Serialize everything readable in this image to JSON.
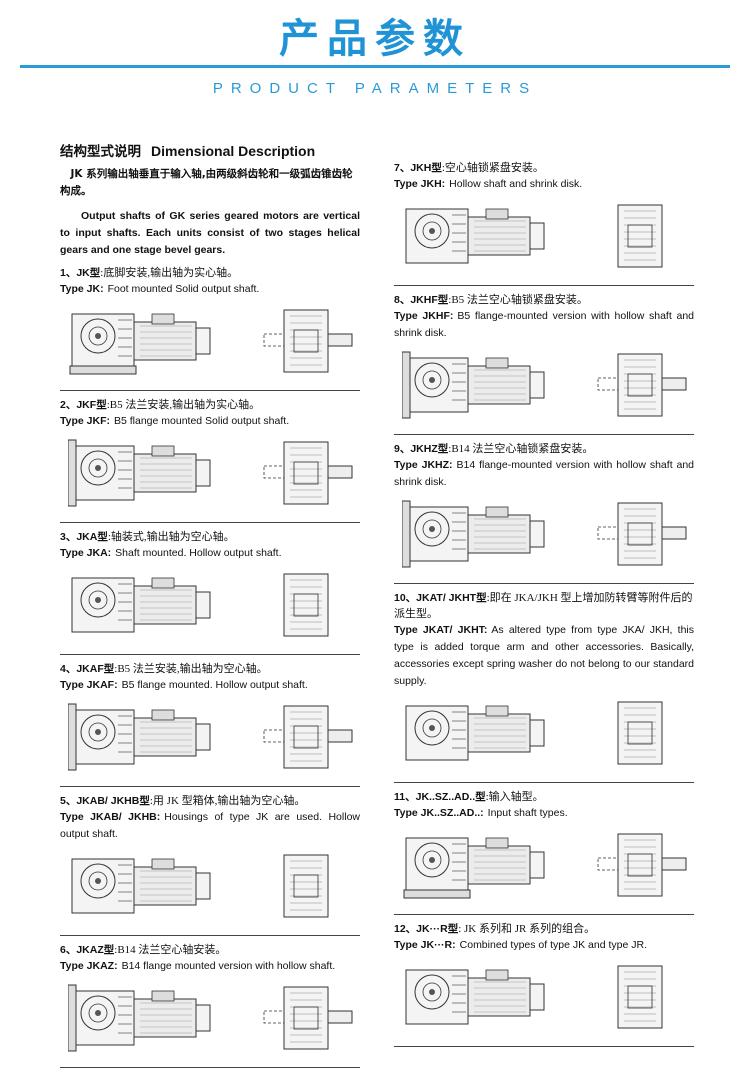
{
  "header": {
    "title": "产品参数",
    "subtitle": "PRODUCT PARAMETERS"
  },
  "section": {
    "title_cn": "结构型式说明",
    "title_en": "Dimensional Description",
    "intro_cn": "JK 系列输出轴垂直于输入轴,由两级斜齿轮和一级弧齿锥齿轮构成。",
    "intro_en": "Output shafts of GK series geared motors are vertical to input shafts.  Each units consist of two stages helical gears and one stage bevel gears."
  },
  "items_left": [
    {
      "code": "1、JK",
      "type_cn": "型",
      "desc_cn": ":底脚安装,输出轴为实心轴。",
      "label_en": "Type  JK:",
      "desc_en": "Foot mounted Solid output shaft.",
      "main_fig": "foot-mounted-solid-shaft-drawing",
      "side_fig": "solid-shaft-side-view"
    },
    {
      "code": "2、JKF",
      "type_cn": "型",
      "desc_cn": ":B5 法兰安装,输出轴为实心轴。",
      "label_en": "Type  JKF:",
      "desc_en": "B5 flange mounted Solid output shaft.",
      "main_fig": "b5-flange-solid-shaft-drawing",
      "side_fig": "flange-solid-shaft-side-view"
    },
    {
      "code": "3、JKA",
      "type_cn": "型",
      "desc_cn": ":轴装式,输出轴为空心轴。",
      "label_en": "Type  JKA:",
      "desc_en": "Shaft mounted. Hollow output shaft.",
      "main_fig": "shaft-mounted-hollow-drawing",
      "side_fig": "hollow-shaft-side-view"
    },
    {
      "code": "4、JKAF",
      "type_cn": "型",
      "desc_cn": ":B5 法兰安装,输出轴为空心轴。",
      "label_en": "Type  JKAF:",
      "desc_en": "B5 flange mounted. Hollow output shaft.",
      "main_fig": "b5-flange-hollow-drawing",
      "side_fig": "flange-hollow-side-view"
    },
    {
      "code": "5、JKAB/ JKHB",
      "type_cn": "型",
      "desc_cn": ":用 JK 型箱体,输出轴为空心轴。",
      "label_en": "Type  JKAB/ JKHB:",
      "desc_en": "Housings of type JK are used. Hollow output shaft.",
      "main_fig": "jk-housing-hollow-drawing",
      "side_fig": "jk-housing-side-view"
    },
    {
      "code": "6、JKAZ",
      "type_cn": "型",
      "desc_cn": ":B14 法兰空心轴安装。",
      "label_en": "Type  JKAZ:",
      "desc_en": "B14 flange mounted version with hollow shaft.",
      "main_fig": "b14-flange-hollow-drawing",
      "side_fig": "b14-flange-side-view"
    }
  ],
  "items_right": [
    {
      "code": "7、JKH",
      "type_cn": "型",
      "desc_cn": ":空心轴锁紧盘安装。",
      "label_en": "Type  JKH:",
      "desc_en": "Hollow shaft and shrink disk.",
      "main_fig": "shrink-disk-hollow-drawing",
      "side_fig": "shrink-disk-side-view"
    },
    {
      "code": "8、JKHF",
      "type_cn": "型",
      "desc_cn": ":B5 法兰空心轴锁紧盘安装。",
      "label_en": "Type  JKHF:",
      "desc_en": "B5 flange-mounted version with hollow shaft and shrink disk.",
      "main_fig": "b5-flange-shrink-disk-drawing",
      "side_fig": "b5-flange-shrink-disk-side-view"
    },
    {
      "code": "9、JKHZ",
      "type_cn": "型",
      "desc_cn": ":B14 法兰空心轴锁紧盘安装。",
      "label_en": "Type  JKHZ:",
      "desc_en": "B14 flange-mounted version with hollow shaft and shrink disk.",
      "main_fig": "b14-flange-shrink-disk-drawing",
      "side_fig": "b14-flange-shrink-disk-side-view"
    },
    {
      "code": "10、JKAT/ JKHT",
      "type_cn": "型",
      "desc_cn": ":即在 JKA/JKH 型上增加防转臂等附件后的派生型。",
      "label_en": "Type  JKAT/ JKHT:",
      "desc_en": "As altered type from type JKA/ JKH, this type is added torque arm and other accessories.  Basically, accessories except spring washer do not belong to our standard supply.",
      "main_fig": "torque-arm-drawing",
      "side_fig": "torque-arm-side-view"
    },
    {
      "code": "11、JK..SZ..AD..",
      "type_cn": "型",
      "desc_cn": ":输入轴型。",
      "label_en": "Type  JK..SZ..AD..:",
      "desc_en": "Input shaft types.",
      "main_fig": "input-shaft-drawing",
      "side_fig": "input-shaft-side-view"
    },
    {
      "code": "12、JK···R",
      "type_cn": "型",
      "desc_cn": ": JK 系列和 JR 系列的组合。",
      "label_en": "Type  JK···R:",
      "desc_en": "Combined types of type JK and type JR.",
      "main_fig": "combined-jk-jr-drawing",
      "side_fig": "combined-jk-jr-side-view"
    }
  ]
}
